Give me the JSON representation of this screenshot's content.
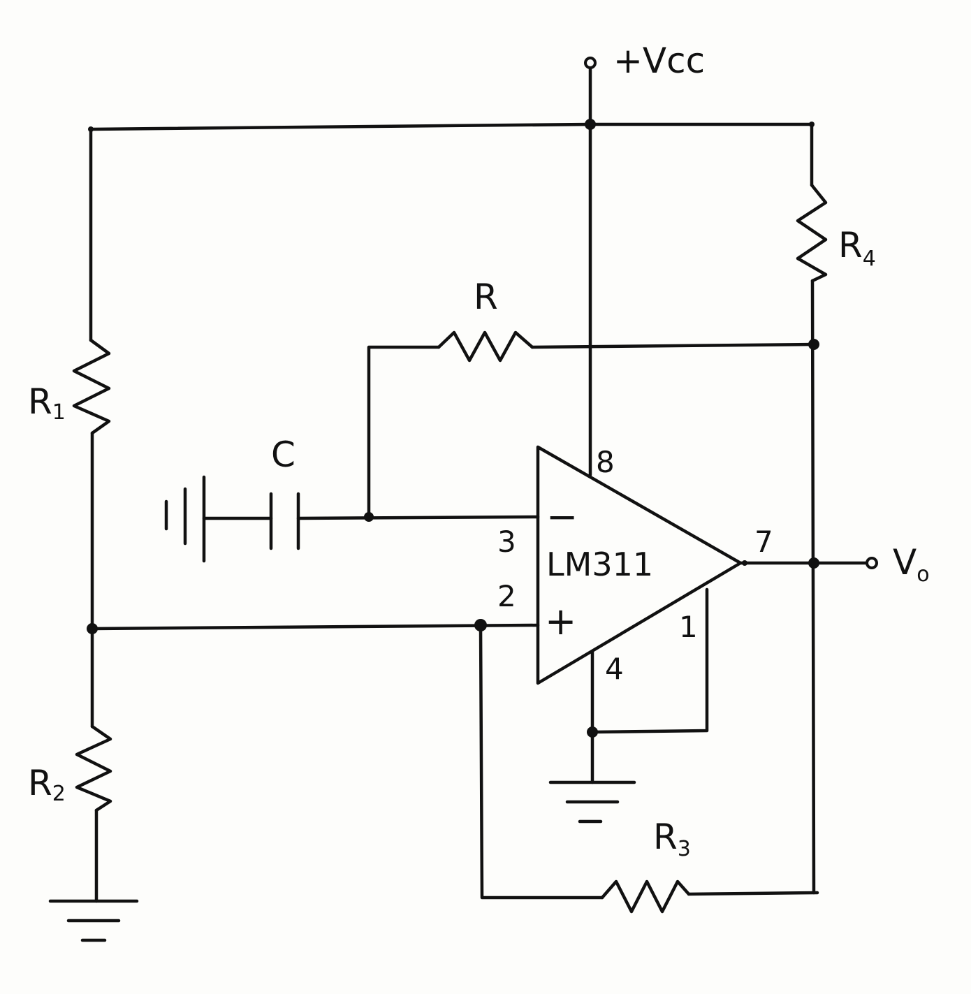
{
  "supply": {
    "label": "+Vcc"
  },
  "output": {
    "label": "V",
    "sub": "o"
  },
  "comparator": {
    "part": "LM311",
    "pins": {
      "p8": "8",
      "p3": "3",
      "p2": "2",
      "p7": "7",
      "p4": "4",
      "p1": "1"
    },
    "inverting_sign": "−",
    "noninverting_sign": "+"
  },
  "components": {
    "r1": {
      "label": "R",
      "sub": "1"
    },
    "r2": {
      "label": "R",
      "sub": "2"
    },
    "r3": {
      "label": "R",
      "sub": "3"
    },
    "r4": {
      "label": "R",
      "sub": "4"
    },
    "r": {
      "label": "R"
    },
    "c": {
      "label": "C"
    }
  }
}
